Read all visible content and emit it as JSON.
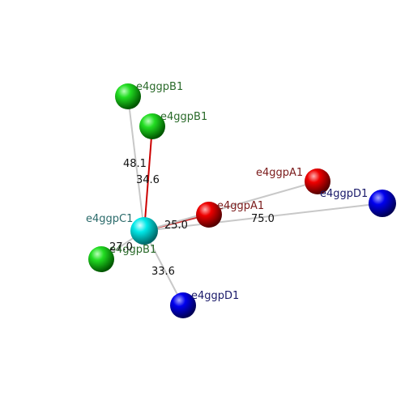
{
  "colors": {
    "green": "#11cc11",
    "red": "#e00000",
    "blue": "#0000dd",
    "cyan": "#00dddd",
    "bond": "#c8c8c8",
    "highlight_bond": "#cc0000",
    "label_green": "#2a6a2a",
    "label_red": "#7a1a1a",
    "label_blue": "#1a1a6a",
    "label_cyan": "#2a6a6a"
  },
  "atoms": [
    {
      "label": "e4ggpB1",
      "color": "green"
    },
    {
      "label": "e4ggpB1",
      "color": "green"
    },
    {
      "label": "e4ggpB1",
      "color": "green"
    },
    {
      "label": "e4ggpC1",
      "color": "cyan"
    },
    {
      "label": "e4ggpA1",
      "color": "red"
    },
    {
      "label": "e4ggpA1",
      "color": "red"
    },
    {
      "label": "e4ggpD1",
      "color": "blue"
    },
    {
      "label": "e4ggpD1",
      "color": "blue"
    }
  ],
  "distances": [
    "48.1",
    "34.6",
    "25.0",
    "75.0",
    "27.0",
    "33.6"
  ]
}
